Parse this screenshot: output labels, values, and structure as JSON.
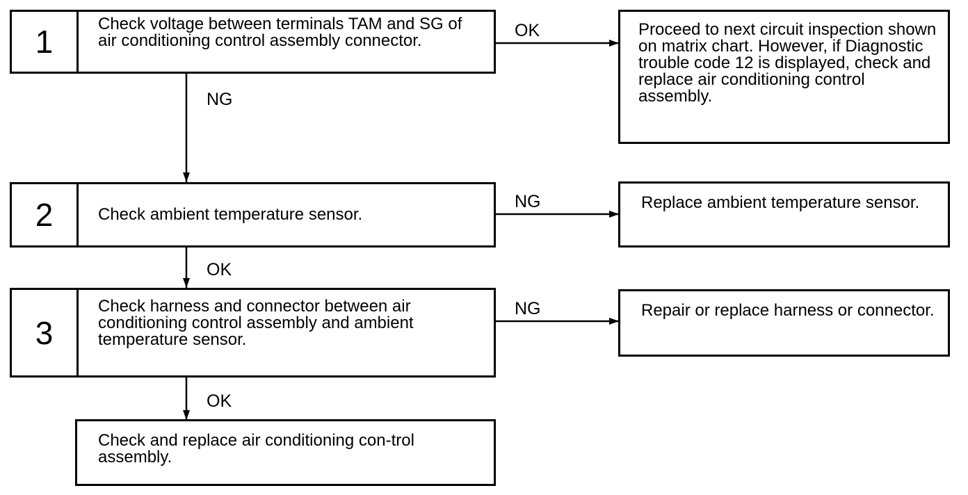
{
  "steps": [
    {
      "num": "1",
      "text": "Check voltage between terminals TAM and SG of air conditioning control assembly connector."
    },
    {
      "num": "2",
      "text": "Check ambient temperature sensor."
    },
    {
      "num": "3",
      "text": "Check harness and connector between air conditioning control assembly and ambient temperature sensor."
    }
  ],
  "final_box": "Check and replace air conditioning con-trol assembly.",
  "results": [
    "Proceed to next circuit inspection shown on matrix chart. However, if Diagnostic trouble code 12 is displayed, check and replace air conditioning control assembly.",
    "Replace ambient temperature sensor.",
    "Repair or replace harness or connector."
  ],
  "labels": {
    "ok": "OK",
    "ng": "NG"
  }
}
